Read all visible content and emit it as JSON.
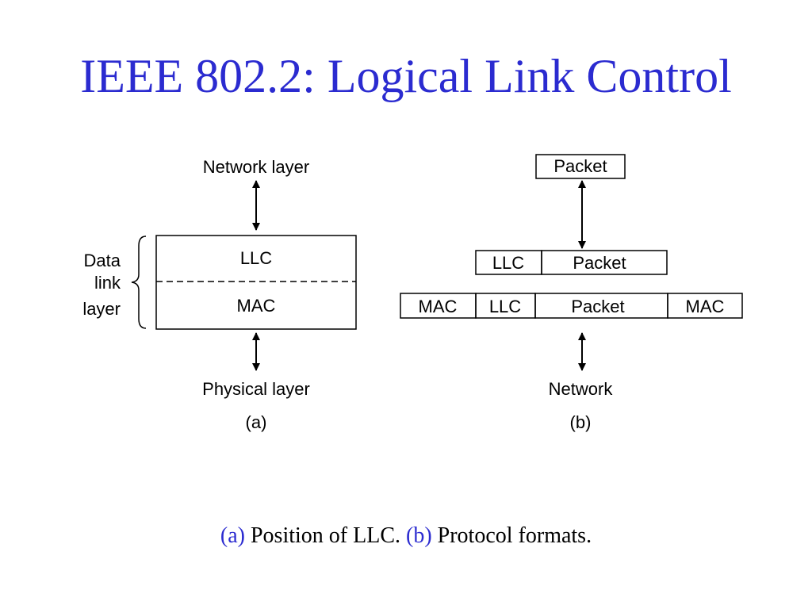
{
  "title": "IEEE 802.2: Logical Link Control",
  "colors": {
    "title": "#2b2bd0",
    "caption_tag": "#2b2bd0",
    "stroke": "#000000"
  },
  "diagram_a": {
    "top_label": "Network layer",
    "bottom_label": "Physical layer",
    "sublabel": "(a)",
    "bracket_label": [
      "Data",
      "link",
      "layer"
    ],
    "box_upper": "LLC",
    "box_lower": "MAC"
  },
  "diagram_b": {
    "packet_top": "Packet",
    "llc_row": [
      "LLC",
      "Packet"
    ],
    "mac_row": [
      "MAC",
      "LLC",
      "Packet",
      "MAC"
    ],
    "bottom_label": "Network",
    "sublabel": "(b)"
  },
  "caption": {
    "a_tag": "(a)",
    "a_text": " Position of LLC. ",
    "b_tag": "(b)",
    "b_text": " Protocol formats."
  }
}
